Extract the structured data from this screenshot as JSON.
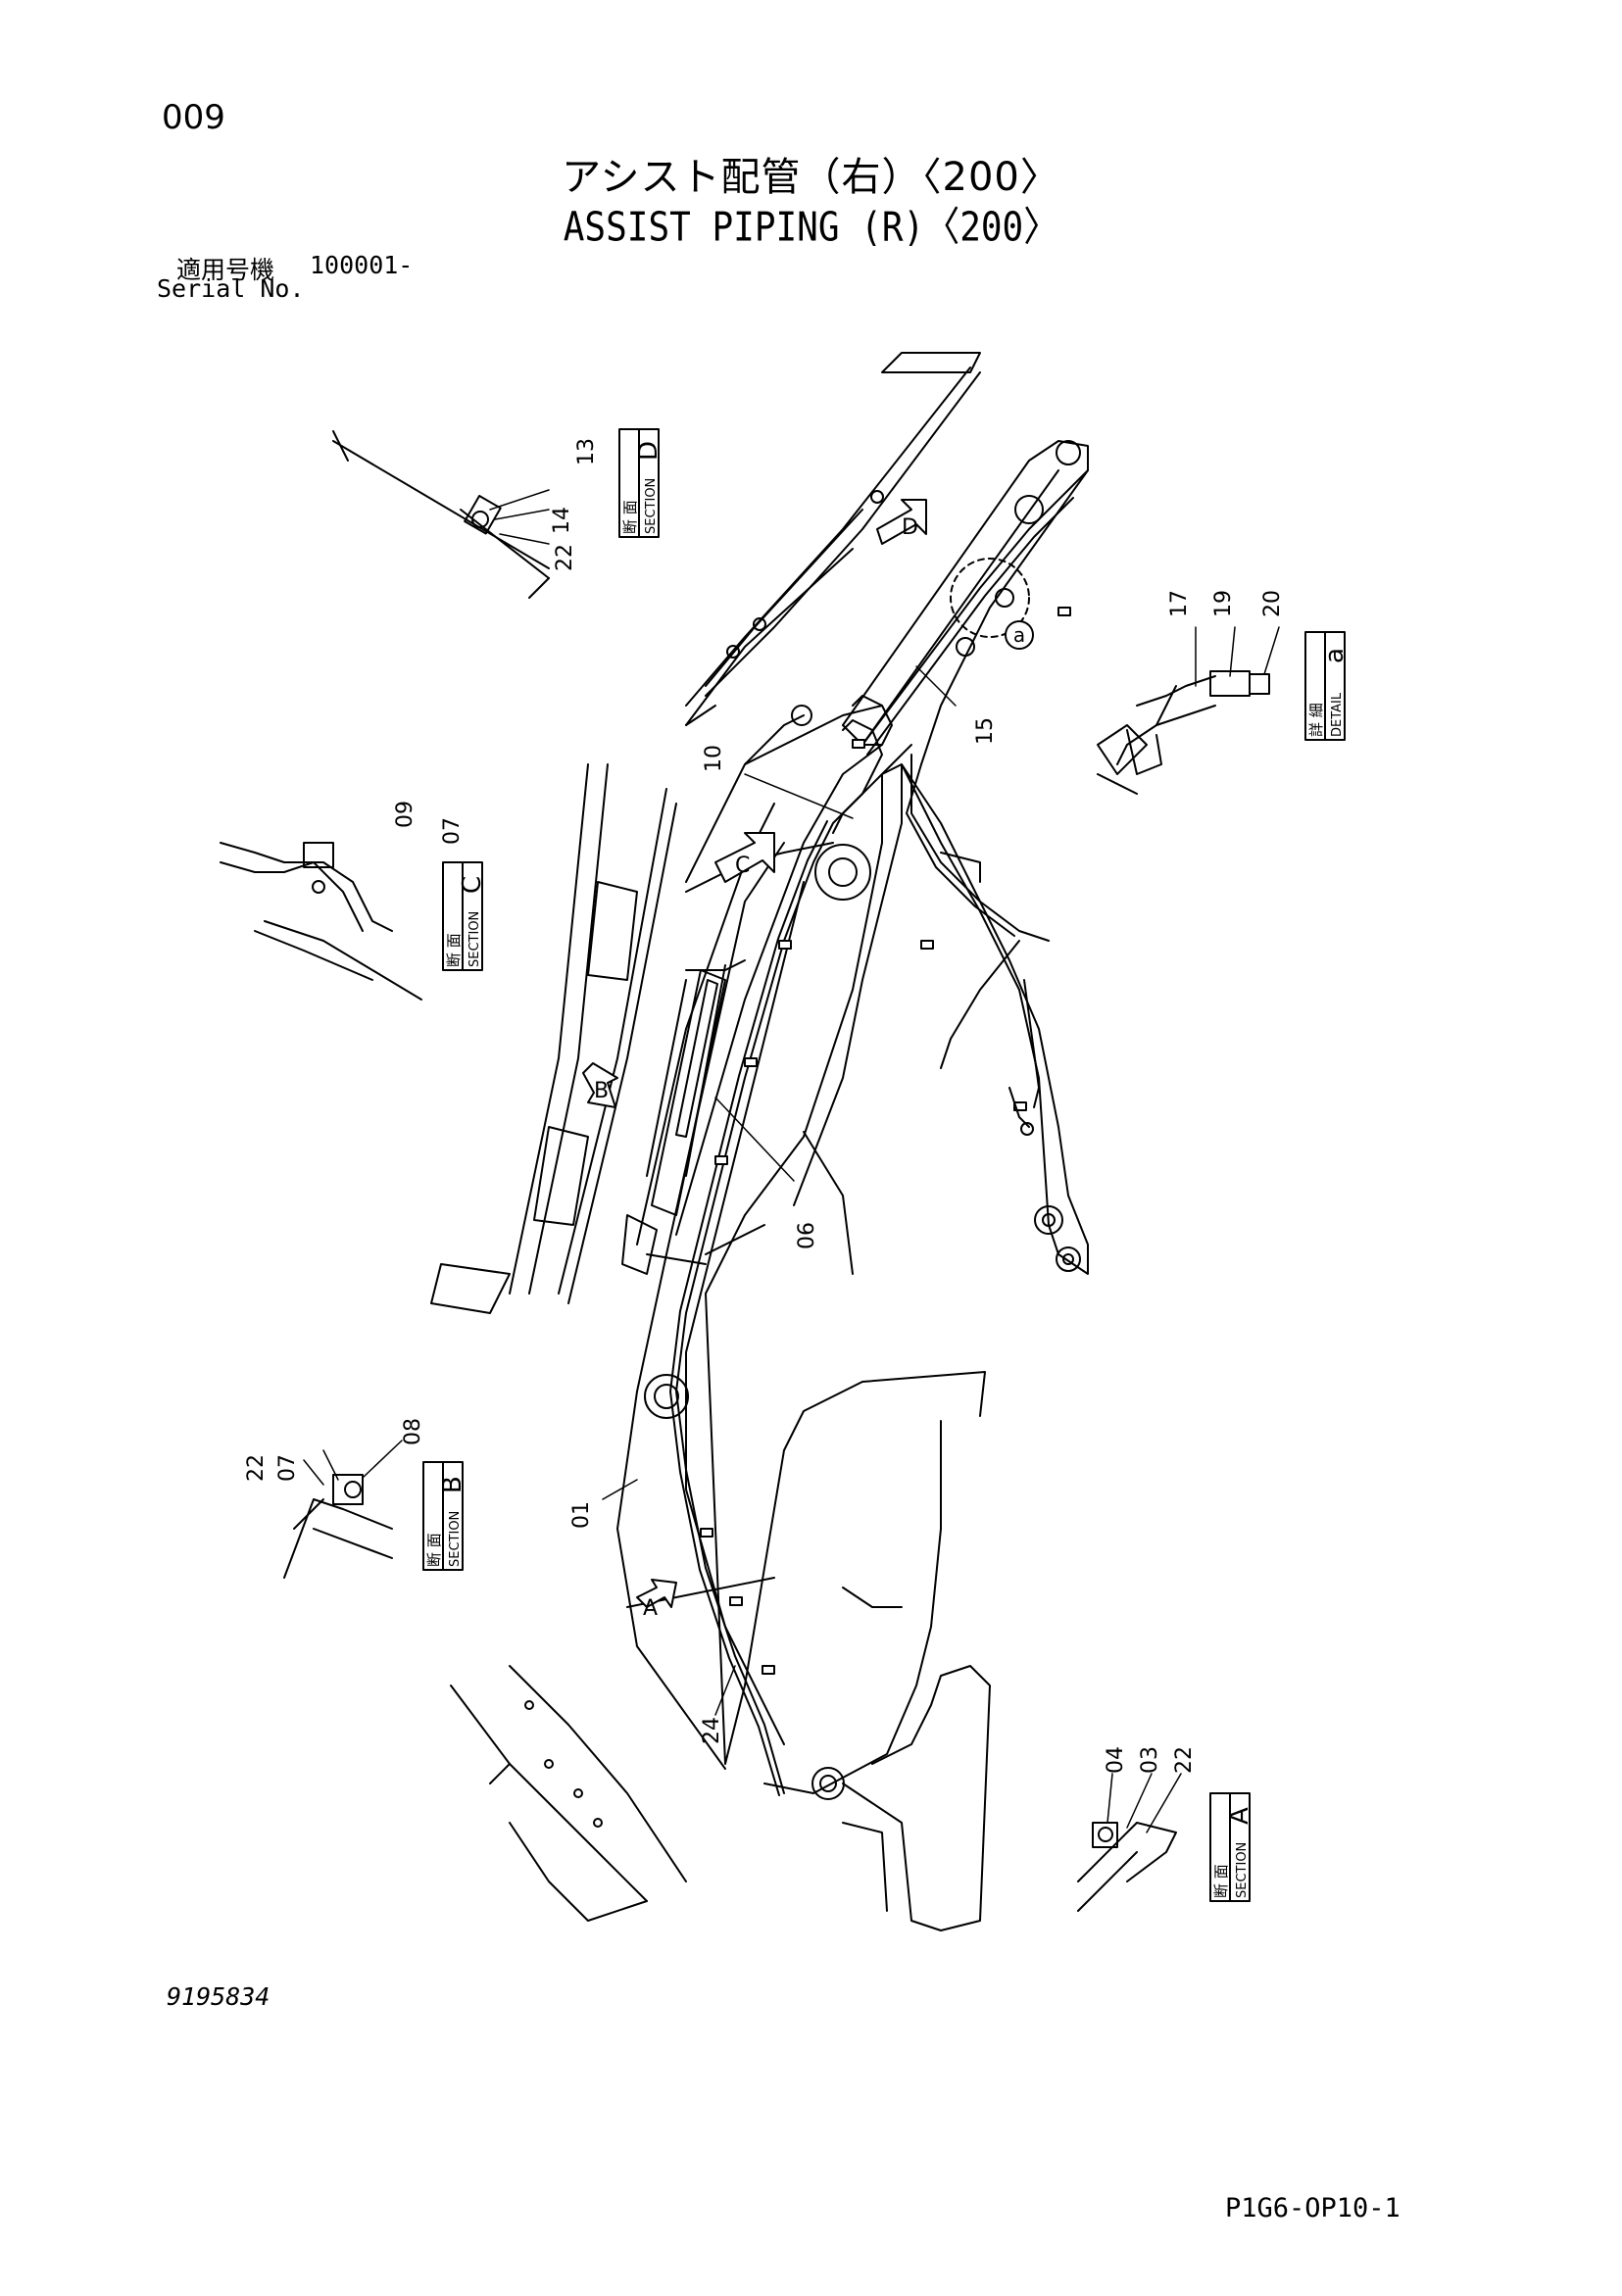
{
  "page_number": "009",
  "title_jp": "アシスト配管（右）〈200〉",
  "title_en": "ASSIST PIPING (R)〈200〉",
  "serial": {
    "label_jp": "適用号機",
    "value": "100001-",
    "label_en": "Serial No."
  },
  "part_numbers": [
    "01",
    "03",
    "04",
    "06",
    "07",
    "08",
    "09",
    "10",
    "13",
    "14",
    "15",
    "17",
    "19",
    "20",
    "22",
    "24"
  ],
  "sections": [
    {
      "id": "section-d",
      "jp": "断 面",
      "en": "SECTION",
      "letter": "D"
    },
    {
      "id": "section-c",
      "jp": "断 面",
      "en": "SECTION",
      "letter": "C"
    },
    {
      "id": "section-b",
      "jp": "断 面",
      "en": "SECTION",
      "letter": "B"
    },
    {
      "id": "section-a",
      "jp": "断 面",
      "en": "SECTION",
      "letter": "A"
    },
    {
      "id": "detail-a",
      "jp": "詳 細",
      "en": "DETAIL",
      "letter": "a"
    }
  ],
  "view_arrows": [
    "A",
    "B",
    "C",
    "D"
  ],
  "detail_marker": "a",
  "drawing_number": "9195834",
  "sheet_code": "P1G6-OP10-1"
}
